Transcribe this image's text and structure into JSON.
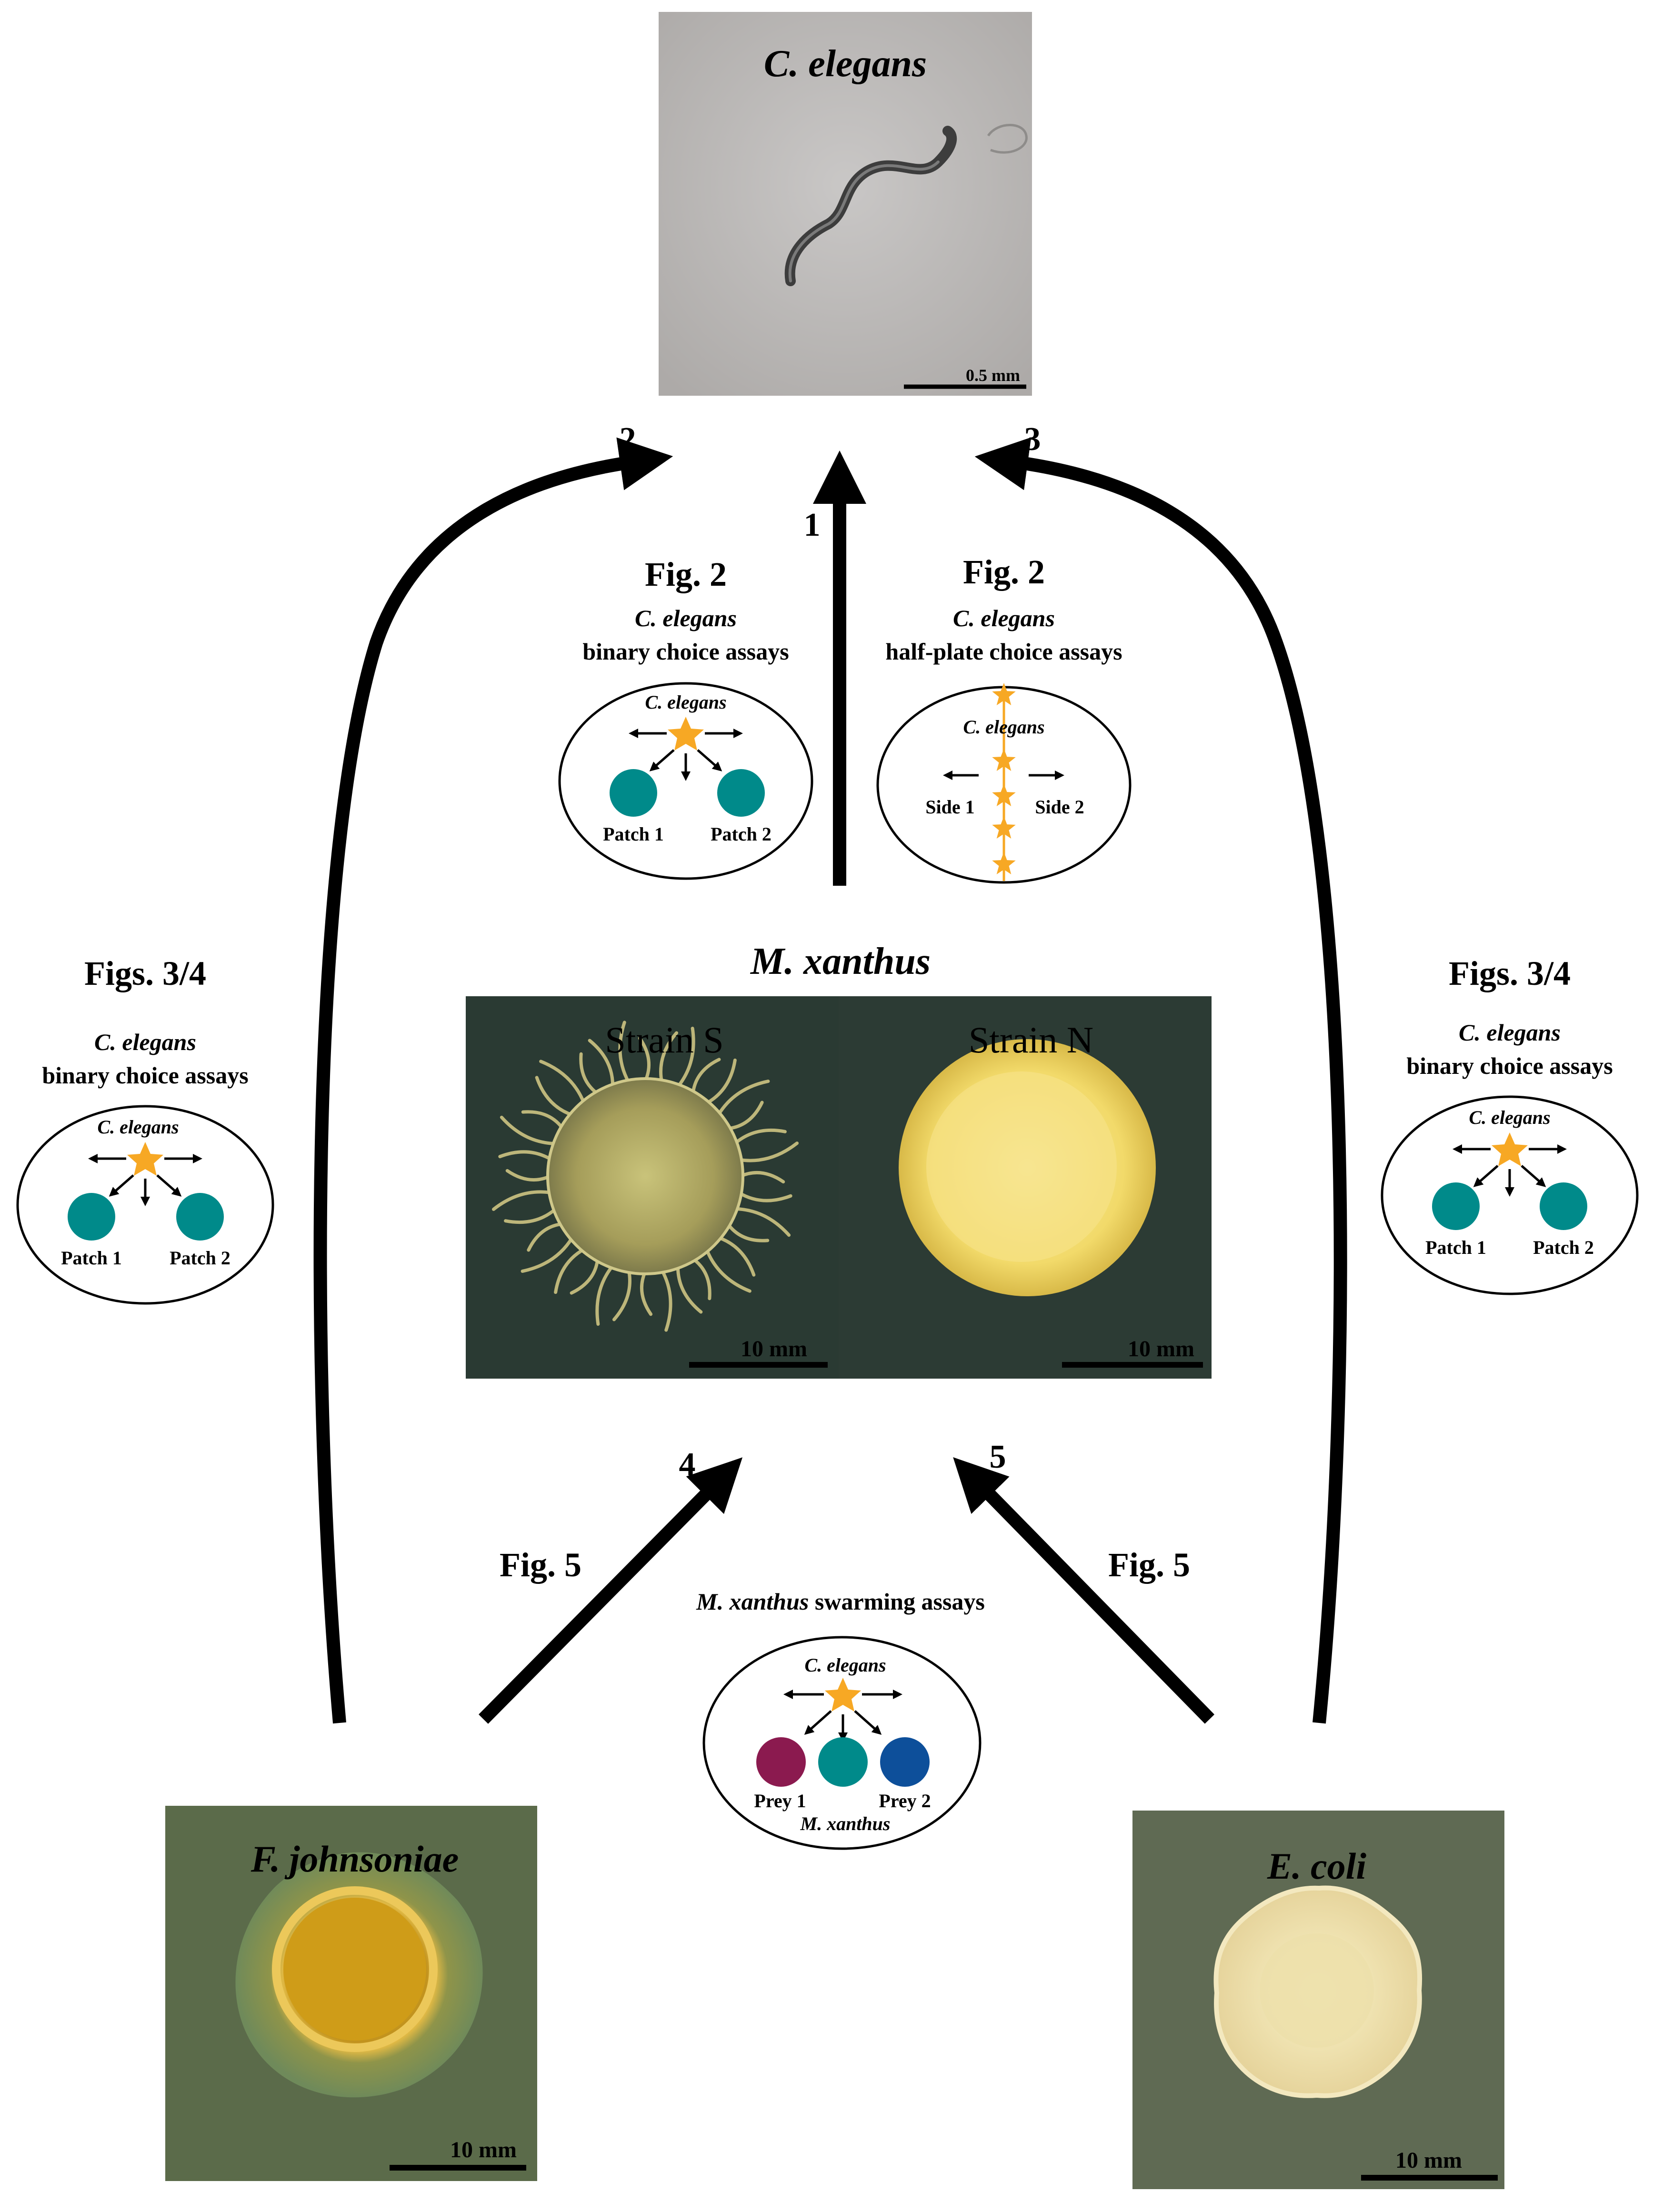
{
  "colors": {
    "arrow": "#000000",
    "teal": "#008a8a",
    "magenta": "#8b1a4f",
    "blue": "#0d4f9a",
    "star": "#f7a824",
    "agar": "#2a3a33",
    "agar_fj": "#5b6b4a",
    "agar_ec": "#5f6a53"
  },
  "photos": {
    "celegans": {
      "title": "C. elegans",
      "scale": "0.5 mm"
    },
    "mxanthus": {
      "title": "M. xanthus",
      "strain_s": "Strain S",
      "strain_n": "Strain N",
      "scale_s": "10 mm",
      "scale_n": "10 mm"
    },
    "fjohnsoniae": {
      "title": "F. johnsoniae",
      "scale": "10 mm"
    },
    "ecoli": {
      "title": "E. coli",
      "scale": "10 mm"
    }
  },
  "arrows": {
    "a1": "1",
    "a2": "2",
    "a3": "3",
    "a4": "4",
    "a5": "5"
  },
  "assays": {
    "top_left": {
      "fig": "Fig. 2",
      "organism": "C. elegans",
      "desc": "binary choice assays",
      "worm": "C. elegans",
      "patch1": "Patch 1",
      "patch2": "Patch 2"
    },
    "top_right": {
      "fig": "Fig. 2",
      "organism": "C. elegans",
      "desc": "half-plate choice assays",
      "worm": "C. elegans",
      "side1": "Side 1",
      "side2": "Side 2"
    },
    "left": {
      "fig": "Figs. 3/4",
      "organism": "C. elegans",
      "desc": "binary choice assays",
      "worm": "C. elegans",
      "patch1": "Patch 1",
      "patch2": "Patch 2"
    },
    "right": {
      "fig": "Figs. 3/4",
      "organism": "C. elegans",
      "desc": "binary choice assays",
      "worm": "C. elegans",
      "patch1": "Patch 1",
      "patch2": "Patch 2"
    },
    "bottom": {
      "fig_left": "Fig. 5",
      "fig_right": "Fig. 5",
      "organism": "M. xanthus",
      "desc": "swarming assays",
      "worm": "C. elegans",
      "prey1": "Prey 1",
      "prey2": "Prey 2",
      "center": "M. xanthus"
    }
  }
}
